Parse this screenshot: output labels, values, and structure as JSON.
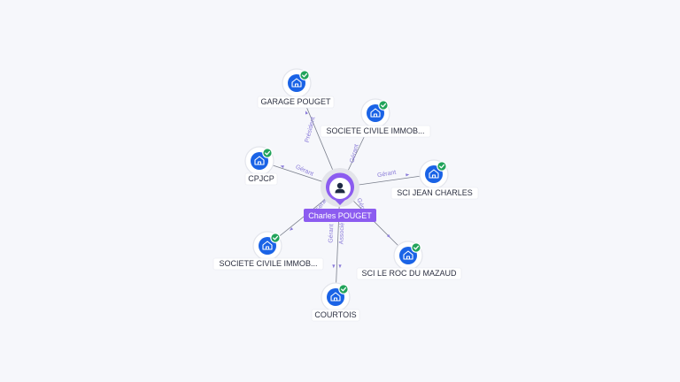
{
  "colors": {
    "background": "#f6f7fb",
    "person_accent": "#8c5cf0",
    "company_blue": "#1a63e6",
    "verified_green": "#21a35a",
    "relation_label": "#8a7bd9"
  },
  "person": {
    "name": "Charles POUGET",
    "icon": "person-icon"
  },
  "companies": [
    {
      "id": "garage-pouget",
      "label": "GARAGE POUGET",
      "icon": "building-icon",
      "verified": true
    },
    {
      "id": "societe-civile-1",
      "label": "SOCIETE CIVILE IMMOB...",
      "icon": "building-icon",
      "verified": true
    },
    {
      "id": "cpjcp",
      "label": "CPJCP",
      "icon": "building-icon",
      "verified": true
    },
    {
      "id": "sci-jean-charles",
      "label": "SCI JEAN CHARLES",
      "icon": "building-icon",
      "verified": true
    },
    {
      "id": "societe-civile-2",
      "label": "SOCIETE CIVILE IMMOB...",
      "icon": "building-icon",
      "verified": true
    },
    {
      "id": "sci-le-roc",
      "label": "SCI LE ROC DU MAZAUD",
      "icon": "building-icon",
      "verified": true
    },
    {
      "id": "courtois",
      "label": "COURTOIS",
      "icon": "building-icon",
      "verified": true
    }
  ],
  "relations": [
    {
      "company": "garage-pouget",
      "role": "Président"
    },
    {
      "company": "societe-civile-1",
      "role": "Gérant"
    },
    {
      "company": "cpjcp",
      "role": "Gérant"
    },
    {
      "company": "sci-jean-charles",
      "role": "Gérant"
    },
    {
      "company": "societe-civile-2",
      "role": "Gérant"
    },
    {
      "company": "sci-le-roc",
      "role": "Gérant"
    },
    {
      "company": "courtois",
      "role": "Gérant"
    },
    {
      "company": "courtois",
      "role": "Associé"
    }
  ]
}
